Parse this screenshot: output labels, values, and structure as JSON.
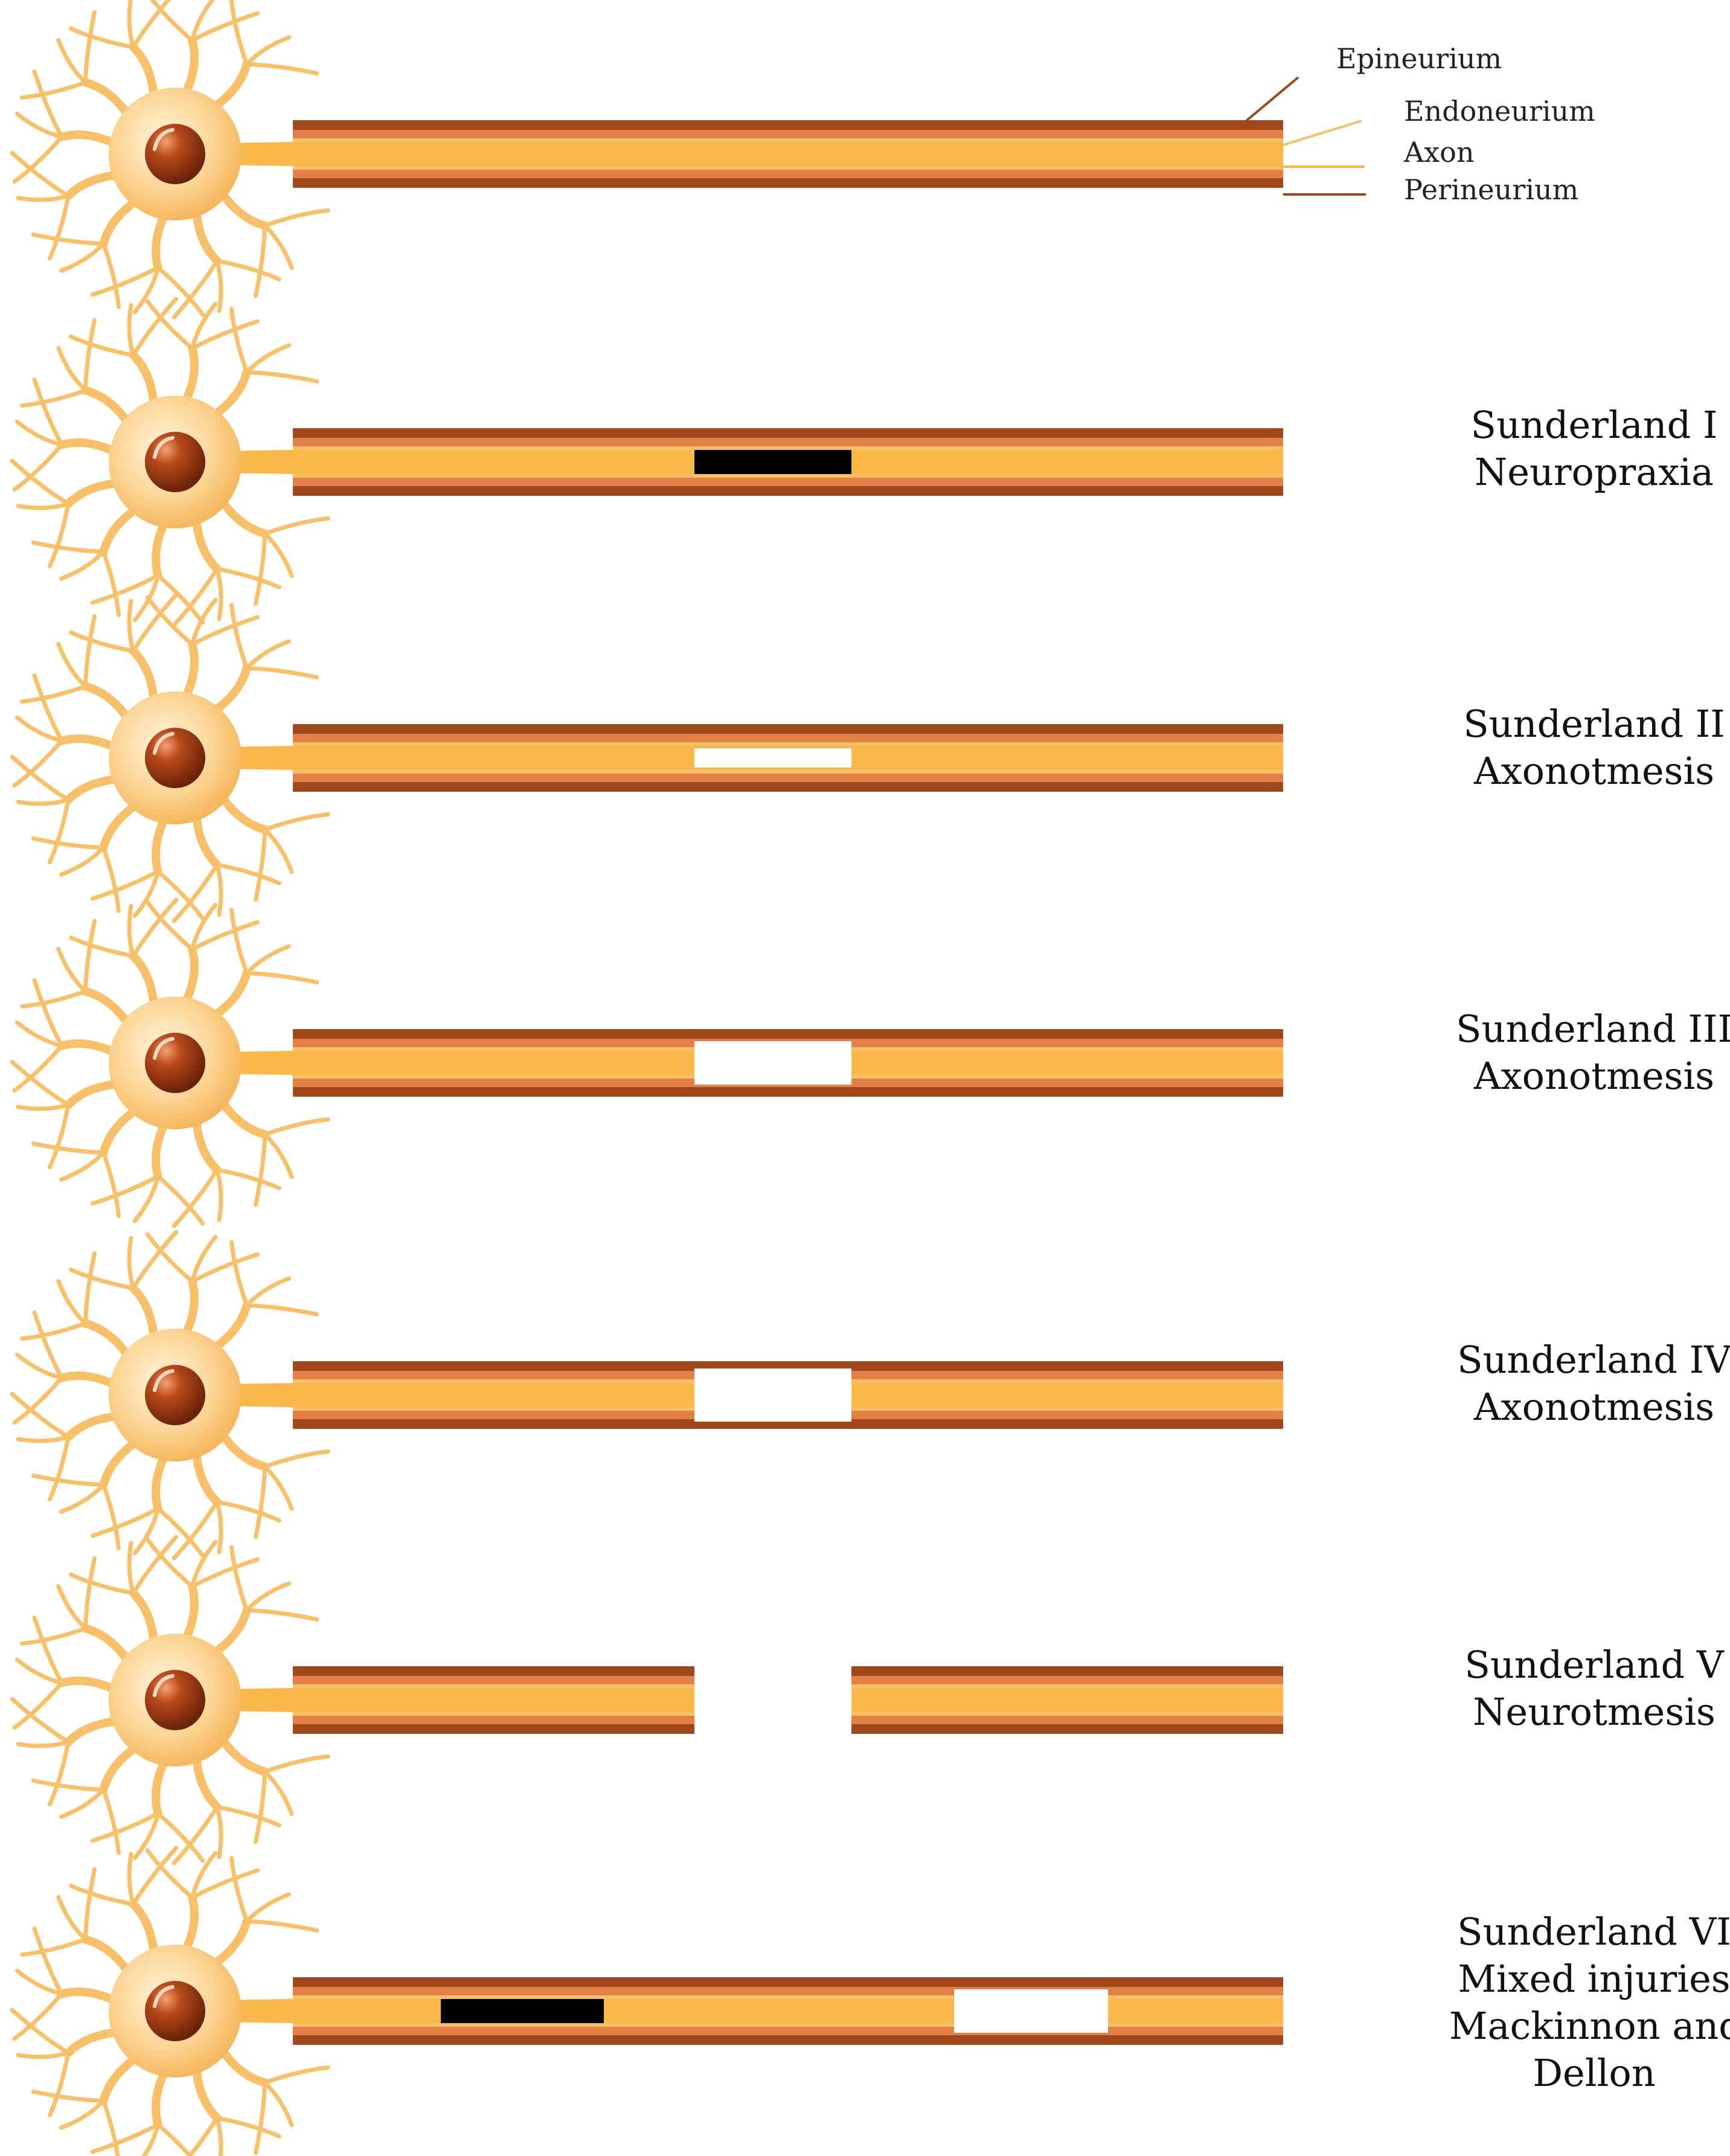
{
  "legend": {
    "epineurium": "Epineurium",
    "endoneurium": "Endoneurium",
    "axon": "Axon",
    "perineurium": "Perineurium"
  },
  "grades": [
    {
      "id": "normal",
      "lines": [],
      "lesions": []
    },
    {
      "id": "I",
      "lines": [
        "Sunderland I",
        "Neuropraxia"
      ],
      "lesions": [
        {
          "kind": "conduction-block"
        }
      ]
    },
    {
      "id": "II",
      "lines": [
        "Sunderland II",
        "Axonotmesis"
      ],
      "lesions": [
        {
          "kind": "axon-gap"
        }
      ]
    },
    {
      "id": "III",
      "lines": [
        "Sunderland III",
        "Axonotmesis"
      ],
      "lesions": [
        {
          "kind": "endoneurium-gap"
        }
      ]
    },
    {
      "id": "IV",
      "lines": [
        "Sunderland IV",
        "Axonotmesis"
      ],
      "lesions": [
        {
          "kind": "perineurium-gap"
        }
      ]
    },
    {
      "id": "V",
      "lines": [
        "Sunderland V",
        "Neurotmesis"
      ],
      "lesions": [
        {
          "kind": "transection"
        }
      ]
    },
    {
      "id": "VI",
      "lines": [
        "Sunderland VI",
        "Mixed injuries",
        "Mackinnon and",
        "Dellon"
      ],
      "lesions": [
        {
          "kind": "conduction-block"
        },
        {
          "kind": "perineurium-gap"
        }
      ]
    }
  ],
  "colors": {
    "epineurium": "#a0471b",
    "perineurium": "#e47f45",
    "endoneurium": "#f6c067",
    "axon": "#fbb84a",
    "cell_body": "#fcd18d",
    "cell_highlight": "#fff2d6",
    "nucleus": "#a03a10",
    "dendrite": "#f9c06a",
    "block": "#000000",
    "gap": "#ffffff",
    "leader": "#a0471b"
  }
}
